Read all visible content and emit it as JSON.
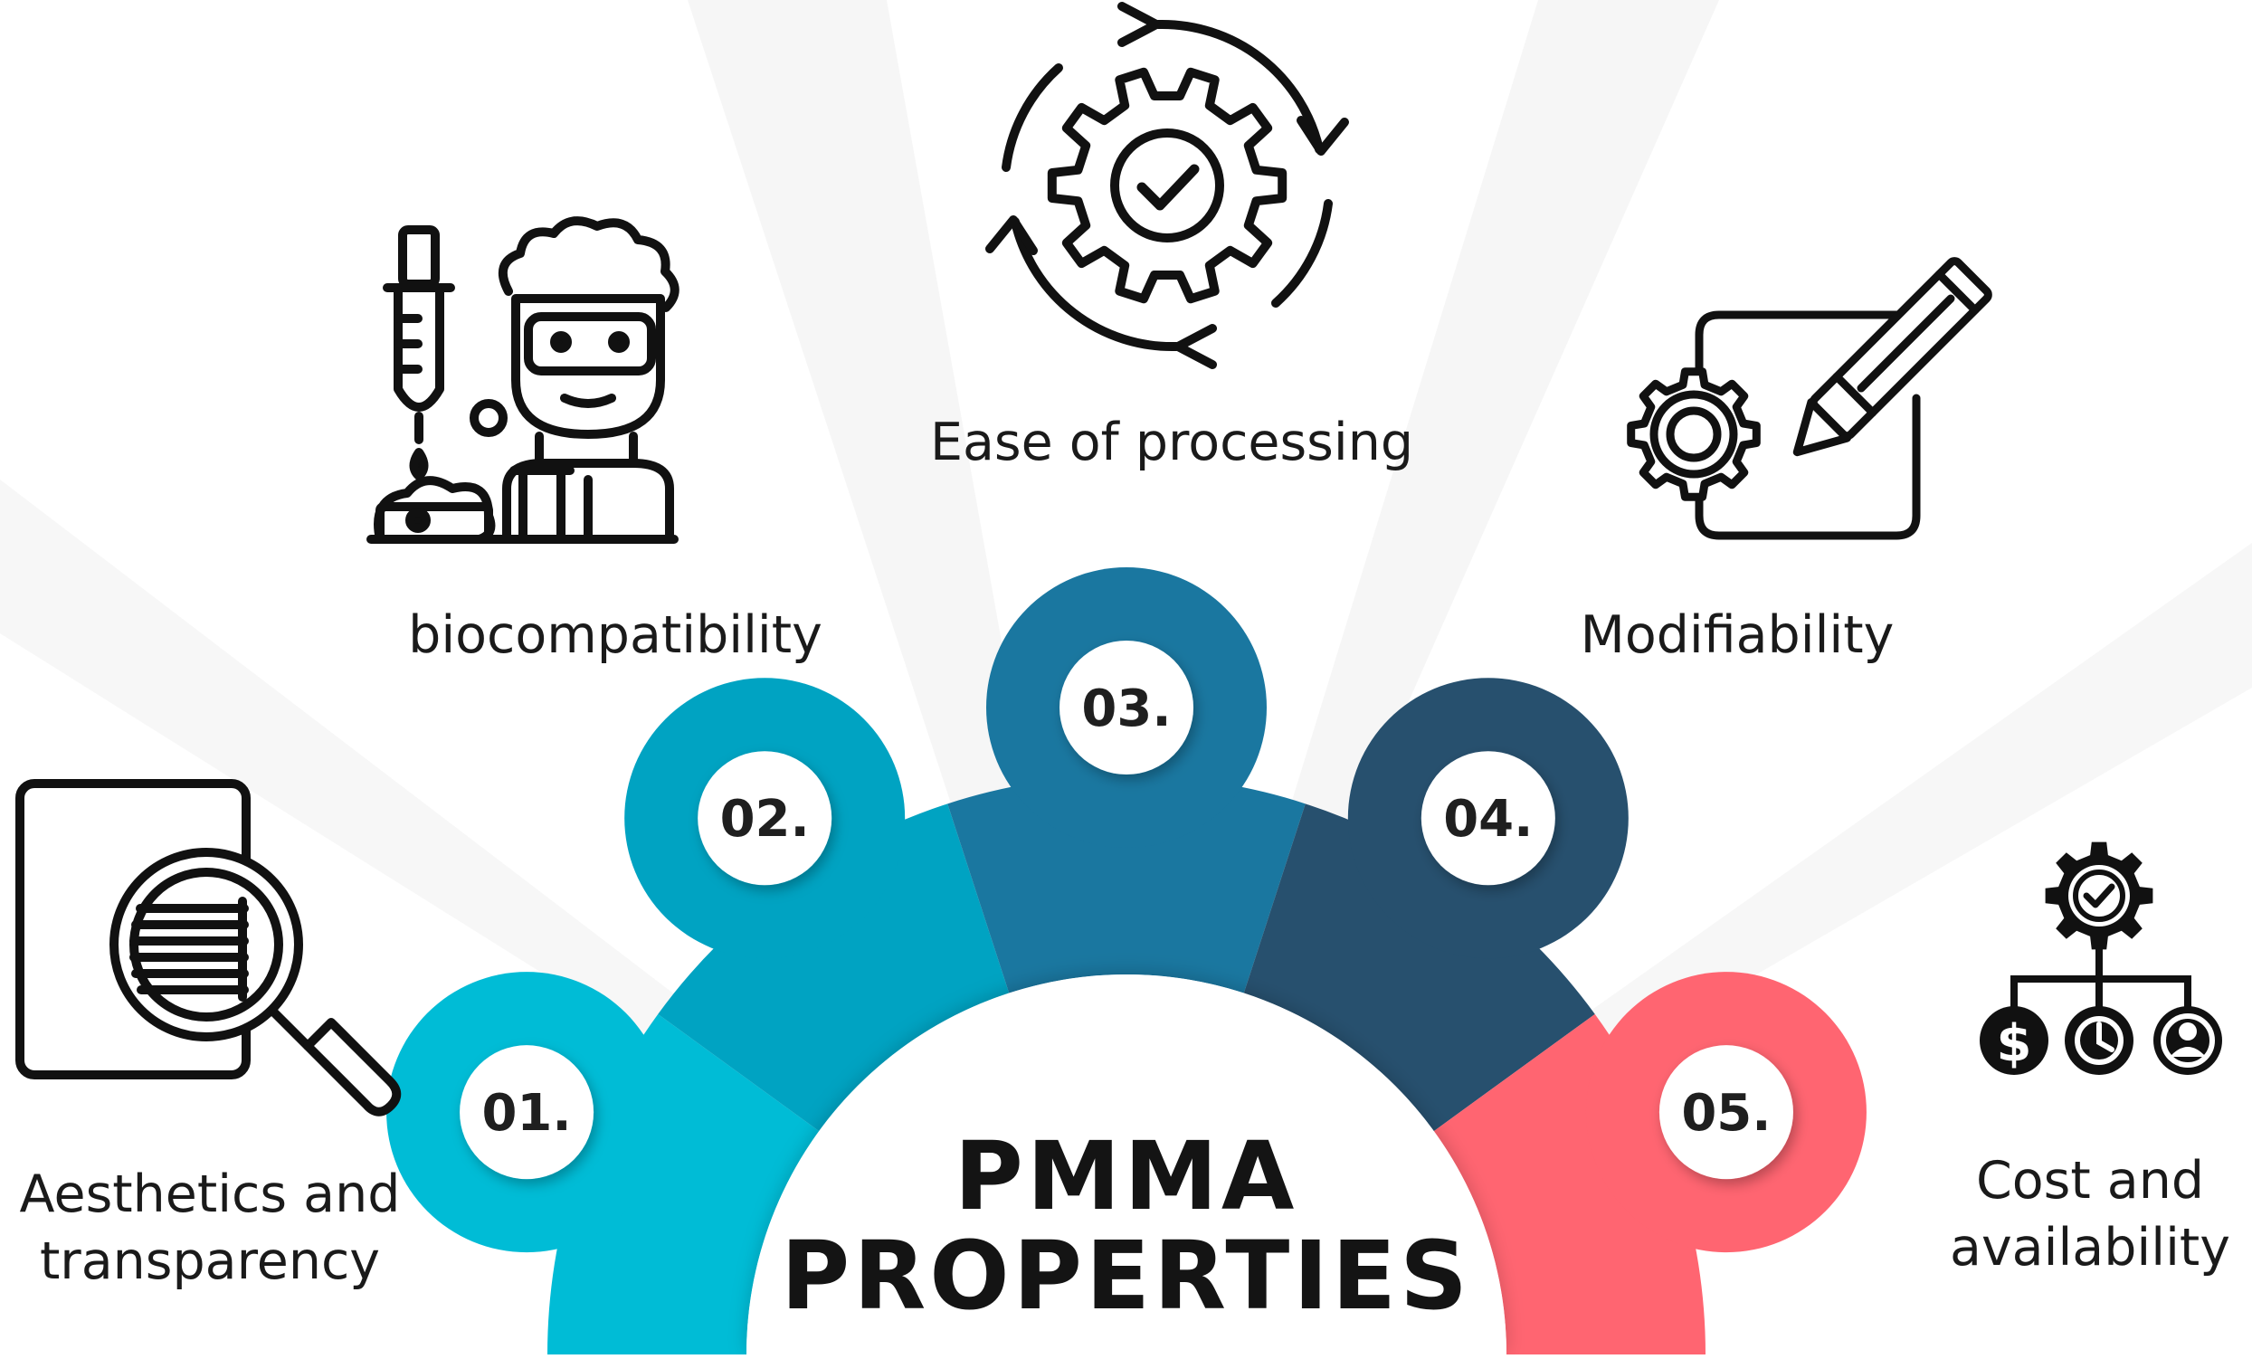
{
  "title": {
    "line1": "PMMA",
    "line2": "PROPERTIES"
  },
  "segments": [
    {
      "number": "01.",
      "color": "#00bcd6",
      "icon": "document-magnifier-icon",
      "label": [
        "Aesthetics and",
        "transparency"
      ]
    },
    {
      "number": "02.",
      "color": "#00a3c2",
      "icon": "scientist-lab-icon",
      "label": [
        "biocompatibility"
      ]
    },
    {
      "number": "03.",
      "color": "#1a77a0",
      "icon": "gear-cycle-check-icon",
      "label": [
        "Ease of processing"
      ]
    },
    {
      "number": "04.",
      "color": "#27506e",
      "icon": "gear-pencil-board-icon",
      "label": [
        "Modifiability"
      ]
    },
    {
      "number": "05.",
      "color": "#ff6571",
      "icon": "gear-dollar-clock-user-icon",
      "label": [
        "Cost and",
        "availability"
      ]
    }
  ]
}
